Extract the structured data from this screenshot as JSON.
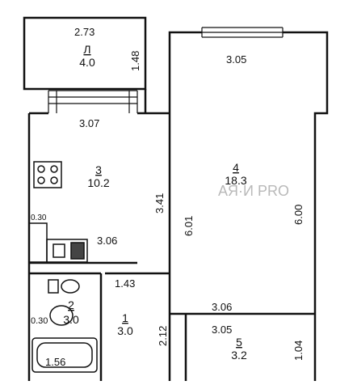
{
  "watermark": "АЯ·И PRO",
  "rooms": [
    {
      "id": "balcony",
      "number": "Л",
      "area": "4.0"
    },
    {
      "id": "kitchen",
      "number": "3",
      "area": "10.2"
    },
    {
      "id": "living",
      "number": "4",
      "area": "18.3"
    },
    {
      "id": "bath",
      "number": "2",
      "area": "3.0"
    },
    {
      "id": "hall",
      "number": "1",
      "area": "3.0"
    },
    {
      "id": "storage",
      "number": "5",
      "area": "3.2"
    }
  ],
  "dimensions": {
    "balcony_width": "2.73",
    "balcony_depth": "1.48",
    "living_top": "3.05",
    "kitchen_width": "3.07",
    "kitchen_depth": "3.41",
    "kitchen_small": "0.30",
    "kitchen_lower": "3.06",
    "hall_width": "1.43",
    "living_depth_inner": "6.01",
    "living_depth_outer": "6.00",
    "corridor_width": "3.06",
    "hall_depth": "2.12",
    "storage_width": "3.05",
    "storage_depth": "1.04",
    "bath_small": "0.30",
    "bath_width": "1.56"
  }
}
